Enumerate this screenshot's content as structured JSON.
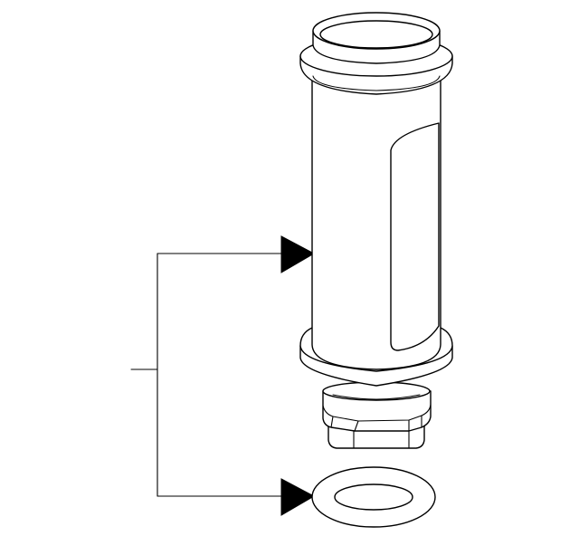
{
  "diagram": {
    "parts": [
      {
        "id": "filter-housing",
        "icon": "cylindrical-filter-housing"
      },
      {
        "id": "o-ring-seal",
        "icon": "o-ring-seal"
      }
    ],
    "callout": {
      "label": "",
      "targets": [
        "filter-housing",
        "o-ring-seal"
      ]
    },
    "colors": {
      "line": "#000000",
      "background": "#ffffff"
    }
  }
}
